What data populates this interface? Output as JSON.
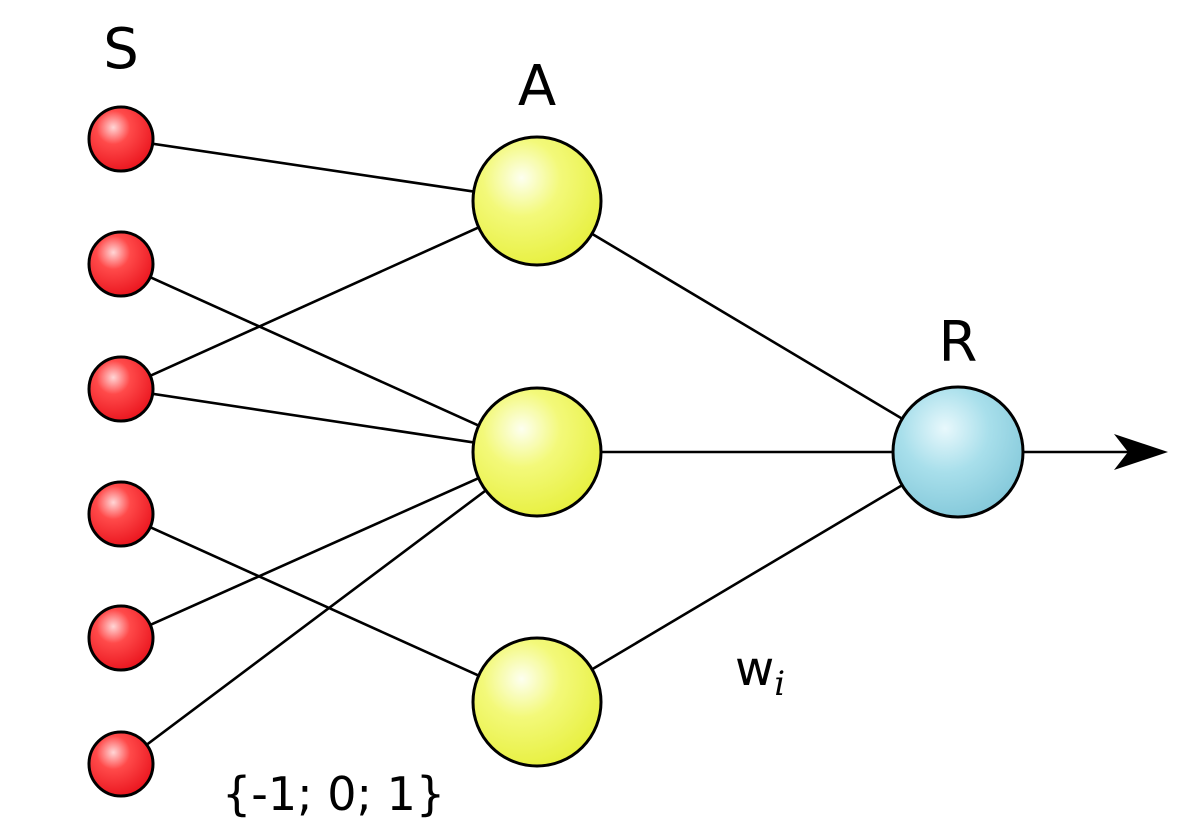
{
  "diagram": {
    "layers": {
      "sensor_label": "S",
      "association_label": "A",
      "response_label": "R"
    },
    "weight_label": {
      "main": "w",
      "subscript": "i"
    },
    "value_set_label": "{-1; 0; 1}",
    "colors": {
      "sensor_node": "#ee1c24",
      "association_node": "#eef542",
      "response_node": "#8fd0df",
      "edge": "#000000"
    },
    "node_counts": {
      "sensor": 6,
      "association": 3,
      "response": 1
    },
    "connections": [
      {
        "from": "S1",
        "to": "A1"
      },
      {
        "from": "S2",
        "to": "A2"
      },
      {
        "from": "S3",
        "to": "A1"
      },
      {
        "from": "S3",
        "to": "A2"
      },
      {
        "from": "S4",
        "to": "A3"
      },
      {
        "from": "S5",
        "to": "A2"
      },
      {
        "from": "S6",
        "to": "A2"
      },
      {
        "from": "A1",
        "to": "R1"
      },
      {
        "from": "A2",
        "to": "R1"
      },
      {
        "from": "A3",
        "to": "R1"
      }
    ]
  }
}
